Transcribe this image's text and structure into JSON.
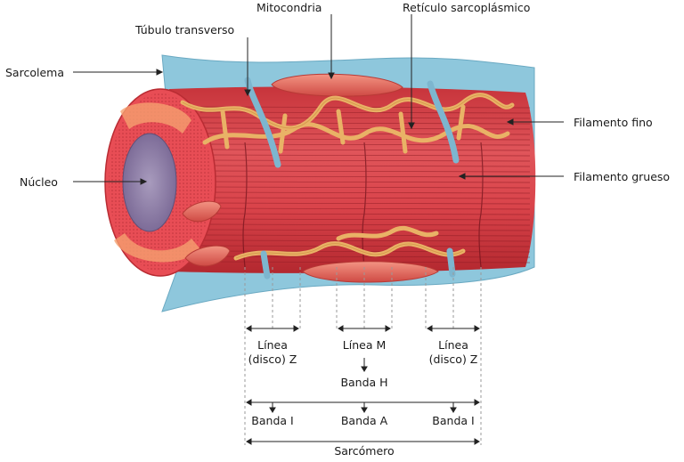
{
  "labels": {
    "sarcolema": "Sarcolema",
    "tubulo_transverso": "Túbulo transverso",
    "mitocondria": "Mitocondria",
    "reticulo": "Retículo sarcoplásmico",
    "filamento_fino": "Filamento fino",
    "filamento_grueso": "Filamento grueso",
    "nucleo": "Núcleo",
    "linea_z_left_1": "Línea",
    "linea_z_left_2": "(disco) Z",
    "linea_m": "Línea M",
    "linea_z_right_1": "Línea",
    "linea_z_right_2": "(disco) Z",
    "banda_h": "Banda H",
    "banda_i_left": "Banda I",
    "banda_a": "Banda A",
    "banda_i_right": "Banda I",
    "sarcomero": "Sarcómero"
  },
  "colors": {
    "muscle": "#d9434a",
    "muscle_dark": "#a8222c",
    "sarcolemma": "#8ec7dc",
    "reticulum": "#e9b266",
    "mitochondria": "#e46a5e",
    "nucleus": "#8e7ea6"
  }
}
